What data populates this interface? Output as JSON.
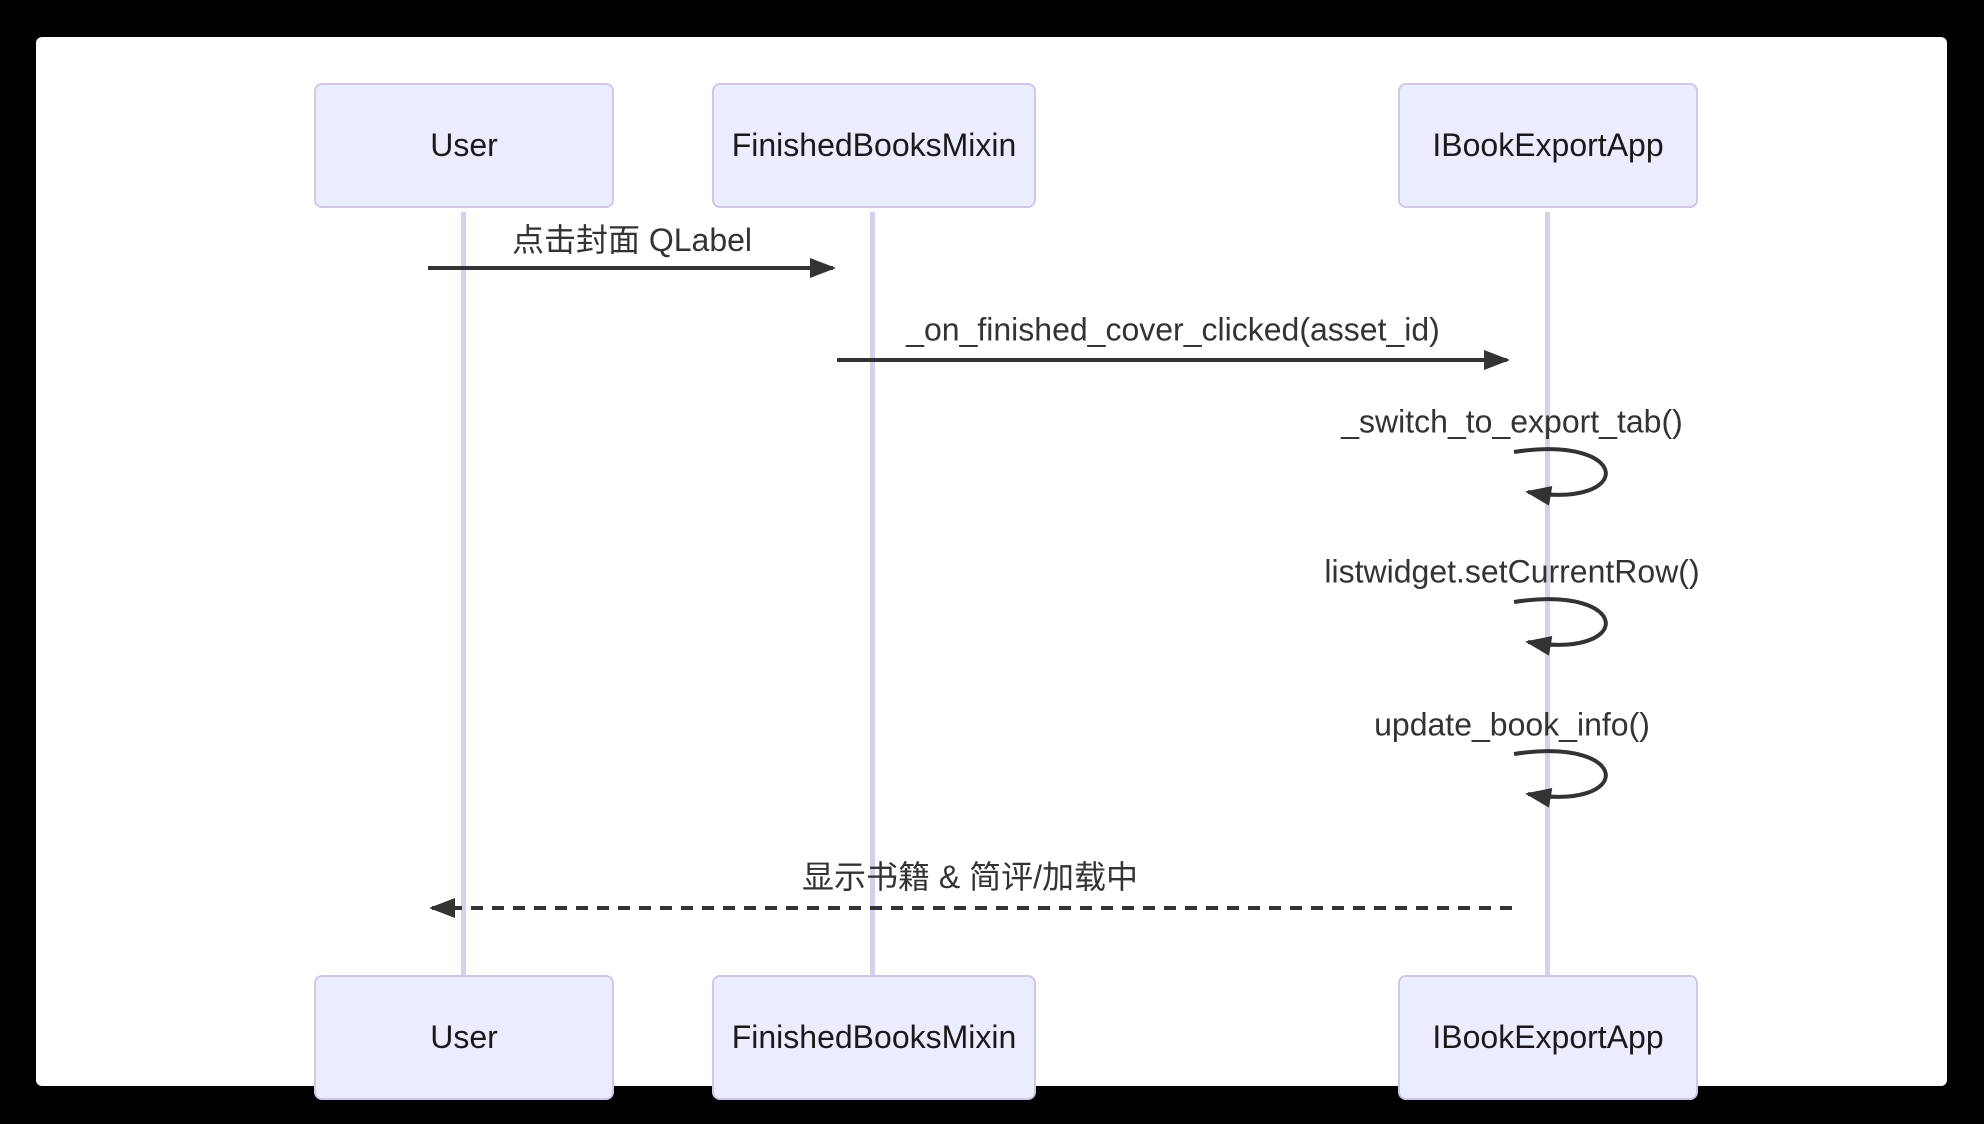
{
  "diagram": {
    "type": "sequence-diagram",
    "participants": [
      {
        "name": "User"
      },
      {
        "name": "FinishedBooksMixin"
      },
      {
        "name": "IBookExportApp"
      }
    ],
    "messages": [
      {
        "from": "User",
        "to": "FinishedBooksMixin",
        "label": "点击封面 QLabel",
        "style": "solid-arrow"
      },
      {
        "from": "FinishedBooksMixin",
        "to": "IBookExportApp",
        "label": "_on_finished_cover_clicked(asset_id)",
        "style": "solid-arrow"
      },
      {
        "from": "IBookExportApp",
        "to": "IBookExportApp",
        "label": "_switch_to_export_tab()",
        "style": "self-loop"
      },
      {
        "from": "IBookExportApp",
        "to": "IBookExportApp",
        "label": "listwidget.setCurrentRow()",
        "style": "self-loop"
      },
      {
        "from": "IBookExportApp",
        "to": "IBookExportApp",
        "label": "update_book_info()",
        "style": "self-loop"
      },
      {
        "from": "IBookExportApp",
        "to": "User",
        "label": "显示书籍 & 简评/加载中",
        "style": "dashed-arrow"
      }
    ],
    "colors": {
      "page_background": "#000000",
      "canvas_background": "#FFFFFF",
      "actor_fill": "#ECECFF",
      "actor_border": "#CFC6E8",
      "lifeline": "#D6D0EE",
      "arrow": "#333333",
      "text": "#333333"
    }
  }
}
